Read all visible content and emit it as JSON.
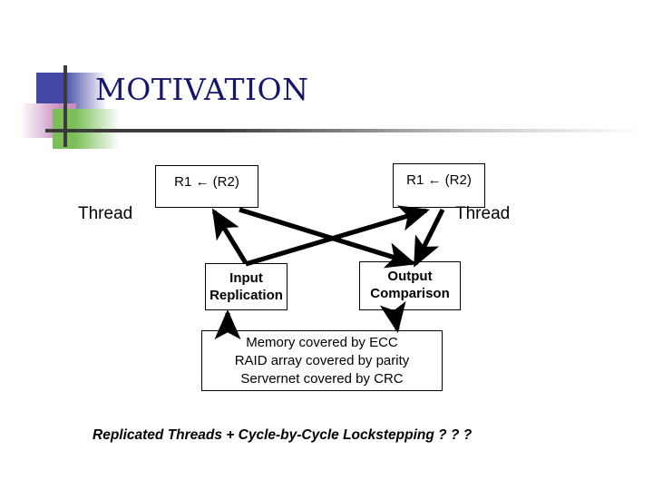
{
  "slide": {
    "title": "MOTIVATION",
    "title_color": "#16166a",
    "background_color": "#ffffff"
  },
  "decoration": {
    "blue_square_color": "#4448a4",
    "pink_square_color": "#c98fc0",
    "green_square_color": "#7cbf5a",
    "rule_color": "#3b3b3b"
  },
  "diagram": {
    "instruction_box_left": "R1 ← (R2)",
    "instruction_box_right": "R1 ← (R2)",
    "thread_label_left": "Thread",
    "thread_label_right": "Thread",
    "input_replication": {
      "line1": "Input",
      "line2": "Replication"
    },
    "output_comparison": {
      "line1": "Output",
      "line2": "Comparison"
    },
    "coverage_box": {
      "line1": "Memory covered by ECC",
      "line2": "RAID array covered by parity",
      "line3": "Servernet covered by CRC"
    }
  },
  "caption": "Replicated Threads + Cycle-by-Cycle Lockstepping ? ? ?"
}
